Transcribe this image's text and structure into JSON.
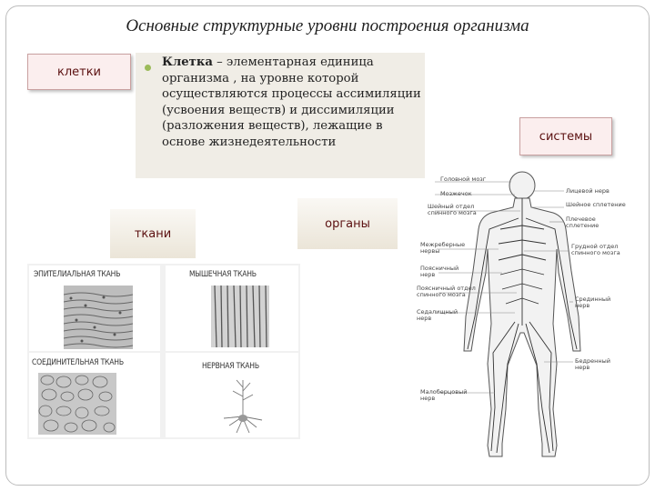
{
  "title": "Основные структурные уровни построения организма",
  "levels": {
    "cells": "клетки",
    "tissues": "ткани",
    "organs": "органы",
    "systems": "системы"
  },
  "definition": {
    "term": "Клетка",
    "text": " – элементарная единица организма , на уровне которой осуществляются процессы ассимиляции (усвоения веществ) и диссимиляции (разложения веществ), лежащие в основе жизнедеятельности"
  },
  "tissues": {
    "epithelial": "ЭПИТЕЛИАЛЬНАЯ ТКАНЬ",
    "muscle": "МЫШЕЧНАЯ ТКАНЬ",
    "connective": "СОЕДИНИТЕЛЬНАЯ ТКАНЬ",
    "nervous": "НЕРВНАЯ ТКАНЬ"
  },
  "nervous_system_labels": {
    "left": [
      "Головной мозг",
      "Мозжечок",
      "Шейный отдел спинного мозга",
      "Межреберные нервы",
      "Поясничный нерв",
      "Поясничный отдел спинного мозга",
      "Седалищный нерв",
      "Малоберцовый нерв"
    ],
    "right": [
      "Лицевой нерв",
      "Шейное сплетение",
      "Плечевое сплетение",
      "Грудной отдел спинного мозга",
      "Срединный нерв",
      "Бедренный нерв"
    ]
  }
}
